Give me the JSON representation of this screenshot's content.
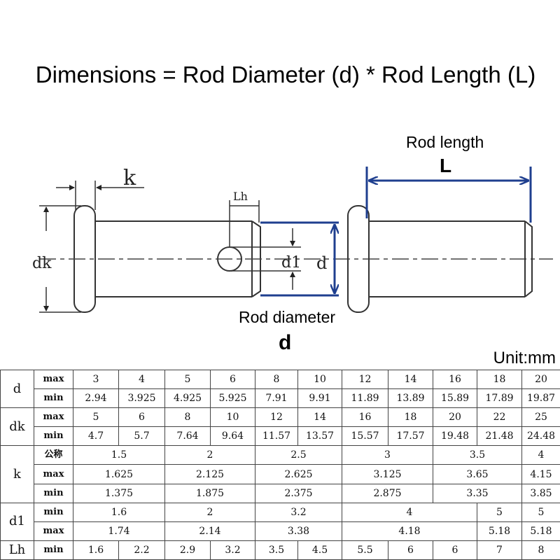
{
  "header": {
    "formula": "Dimensions = Rod Diameter (d) * Rod Length (L)"
  },
  "drawing": {
    "k_label": "k",
    "lh_label": "Lh",
    "dk_label": "dk",
    "d1_label": "d1",
    "d_label": "d",
    "rod_length_caption": "Rod length",
    "rod_length_symbol": "L",
    "rod_diameter_caption": "Rod diameter",
    "rod_diameter_symbol": "d",
    "accent_color": "#1f3f8f"
  },
  "unit_label": "Unit:mm",
  "table": {
    "rows": [
      {
        "param": "d",
        "param_span": 2,
        "sub": "max",
        "cells": [
          {
            "v": "3",
            "s": 1
          },
          {
            "v": "4",
            "s": 1
          },
          {
            "v": "5",
            "s": 1
          },
          {
            "v": "6",
            "s": 1
          },
          {
            "v": "8",
            "s": 1
          },
          {
            "v": "10",
            "s": 1
          },
          {
            "v": "12",
            "s": 1
          },
          {
            "v": "14",
            "s": 1
          },
          {
            "v": "16",
            "s": 1
          },
          {
            "v": "18",
            "s": 1
          },
          {
            "v": "20",
            "s": 1
          }
        ]
      },
      {
        "sub": "min",
        "cells": [
          {
            "v": "2.94",
            "s": 1
          },
          {
            "v": "3.925",
            "s": 1
          },
          {
            "v": "4.925",
            "s": 1
          },
          {
            "v": "5.925",
            "s": 1
          },
          {
            "v": "7.91",
            "s": 1
          },
          {
            "v": "9.91",
            "s": 1
          },
          {
            "v": "11.89",
            "s": 1
          },
          {
            "v": "13.89",
            "s": 1
          },
          {
            "v": "15.89",
            "s": 1
          },
          {
            "v": "17.89",
            "s": 1
          },
          {
            "v": "19.87",
            "s": 1
          }
        ]
      },
      {
        "param": "dk",
        "param_span": 2,
        "sub": "max",
        "cells": [
          {
            "v": "5",
            "s": 1
          },
          {
            "v": "6",
            "s": 1
          },
          {
            "v": "8",
            "s": 1
          },
          {
            "v": "10",
            "s": 1
          },
          {
            "v": "12",
            "s": 1
          },
          {
            "v": "14",
            "s": 1
          },
          {
            "v": "16",
            "s": 1
          },
          {
            "v": "18",
            "s": 1
          },
          {
            "v": "20",
            "s": 1
          },
          {
            "v": "22",
            "s": 1
          },
          {
            "v": "25",
            "s": 1
          }
        ]
      },
      {
        "sub": "min",
        "cells": [
          {
            "v": "4.7",
            "s": 1
          },
          {
            "v": "5.7",
            "s": 1
          },
          {
            "v": "7.64",
            "s": 1
          },
          {
            "v": "9.64",
            "s": 1
          },
          {
            "v": "11.57",
            "s": 1
          },
          {
            "v": "13.57",
            "s": 1
          },
          {
            "v": "15.57",
            "s": 1
          },
          {
            "v": "17.57",
            "s": 1
          },
          {
            "v": "19.48",
            "s": 1
          },
          {
            "v": "21.48",
            "s": 1
          },
          {
            "v": "24.48",
            "s": 1
          }
        ]
      },
      {
        "param": "k",
        "param_span": 3,
        "sub": "公称",
        "cells": [
          {
            "v": "1.5",
            "s": 2
          },
          {
            "v": "2",
            "s": 2
          },
          {
            "v": "2.5",
            "s": 2
          },
          {
            "v": "3",
            "s": 2
          },
          {
            "v": "3.5",
            "s": 2
          },
          {
            "v": "4",
            "s": 1
          }
        ]
      },
      {
        "sub": "max",
        "cells": [
          {
            "v": "1.625",
            "s": 2
          },
          {
            "v": "2.125",
            "s": 2
          },
          {
            "v": "2.625",
            "s": 2
          },
          {
            "v": "3.125",
            "s": 2
          },
          {
            "v": "3.65",
            "s": 2
          },
          {
            "v": "4.15",
            "s": 1
          }
        ]
      },
      {
        "sub": "min",
        "cells": [
          {
            "v": "1.375",
            "s": 2
          },
          {
            "v": "1.875",
            "s": 2
          },
          {
            "v": "2.375",
            "s": 2
          },
          {
            "v": "2.875",
            "s": 2
          },
          {
            "v": "3.35",
            "s": 2
          },
          {
            "v": "3.85",
            "s": 1
          }
        ]
      },
      {
        "param": "d1",
        "param_span": 2,
        "sub": "min",
        "cells": [
          {
            "v": "1.6",
            "s": 2
          },
          {
            "v": "2",
            "s": 2
          },
          {
            "v": "3.2",
            "s": 2
          },
          {
            "v": "4",
            "s": 3
          },
          {
            "v": "5",
            "s": 1
          },
          {
            "v": "5",
            "s": 1
          }
        ]
      },
      {
        "sub": "max",
        "cells": [
          {
            "v": "1.74",
            "s": 2
          },
          {
            "v": "2.14",
            "s": 2
          },
          {
            "v": "3.38",
            "s": 2
          },
          {
            "v": "4.18",
            "s": 3
          },
          {
            "v": "5.18",
            "s": 1
          },
          {
            "v": "5.18",
            "s": 1
          }
        ]
      },
      {
        "param": "Lh",
        "param_span": 1,
        "sub": "min",
        "cells": [
          {
            "v": "1.6",
            "s": 1
          },
          {
            "v": "2.2",
            "s": 1
          },
          {
            "v": "2.9",
            "s": 1
          },
          {
            "v": "3.2",
            "s": 1
          },
          {
            "v": "3.5",
            "s": 1
          },
          {
            "v": "4.5",
            "s": 1
          },
          {
            "v": "5.5",
            "s": 1
          },
          {
            "v": "6",
            "s": 1
          },
          {
            "v": "6",
            "s": 1
          },
          {
            "v": "7",
            "s": 1
          },
          {
            "v": "8",
            "s": 1
          }
        ]
      }
    ]
  }
}
